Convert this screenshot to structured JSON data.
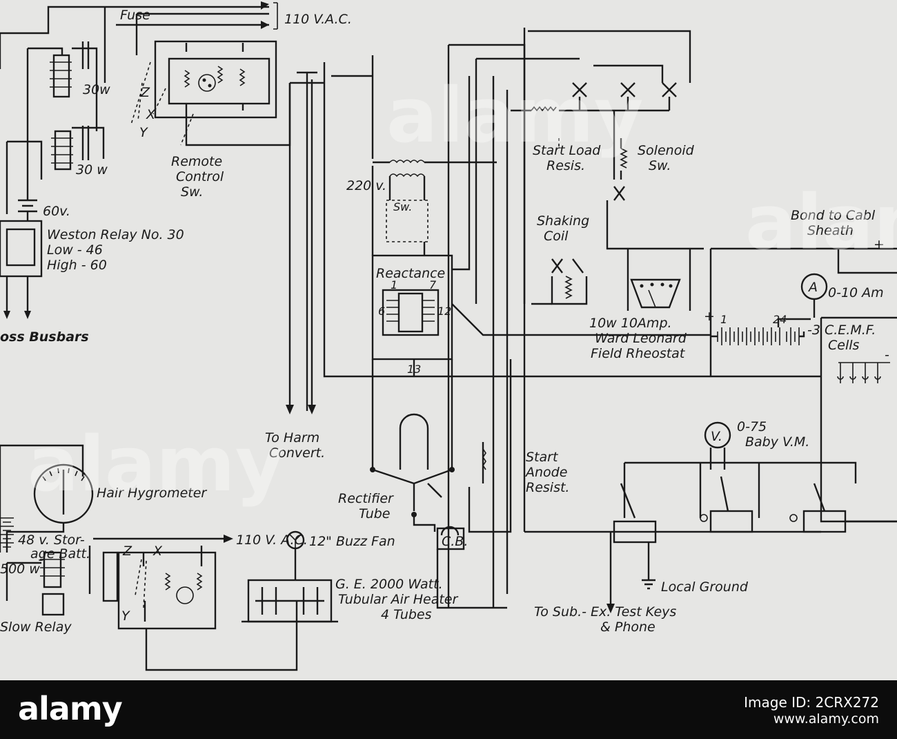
{
  "labels": {
    "fuse": "Fuse",
    "v110_top": "110 V.A.C.",
    "w30_top": "30w",
    "w30_bottom": "30 w",
    "z": "Z",
    "x": "X",
    "y": "Y",
    "remote_control": [
      "Remote",
      "Control",
      "Sw."
    ],
    "v60": "60v.",
    "weston_relay": [
      "Weston Relay No. 30",
      "Low - 46",
      "High - 60"
    ],
    "busbars": "oss Busbars",
    "v220": "220 v.",
    "sw": "Sw.",
    "reactance": "Reactance",
    "reactance_terminals": [
      "1",
      "7",
      "6",
      "12",
      "13"
    ],
    "start_load_resis": [
      "Start Load",
      "Resis."
    ],
    "solenoid_sw": [
      "Solenoid",
      "Sw."
    ],
    "shaking_coil": [
      "Shaking",
      "Coil"
    ],
    "bond_cable": [
      "Bond to Cabl",
      "Sheath"
    ],
    "plus": "+",
    "minus": "-",
    "ammeter_symbol": "A",
    "ammeter_range": "0-10 Am",
    "cells_left": "1",
    "cells_right": "24",
    "cemf_cells": [
      "-3 C.E.M.F.",
      "Cells"
    ],
    "rheostat": [
      "10w 10Amp.",
      "Ward Leonard",
      "Field Rheostat"
    ],
    "to_harm_convert": [
      "To Harm",
      "Convert."
    ],
    "voltmeter_symbol": "V.",
    "voltmeter_range": [
      "0-75",
      "Baby V.M."
    ],
    "start_anode_resist": [
      "Start",
      "Anode",
      "Resist."
    ],
    "hair_hygrometer": "Hair Hygrometer",
    "v110_bottom": "110 V. A.C.",
    "rectifier_tube": [
      "Rectifier",
      "Tube"
    ],
    "storage_batt": [
      "48 v. Stor-",
      "age Batt."
    ],
    "buzz_fan": "12\" Buzz Fan",
    "cb": "C.B.",
    "z2": "Z",
    "x2": "X",
    "y2": "Y",
    "w500": "500 w",
    "slow_relay": "Slow Relay",
    "air_heater": [
      "G. E. 2000 Watt.",
      "Tubular Air Heater",
      "4 Tubes"
    ],
    "local_ground": "Local Ground",
    "to_sub_ex": [
      "To Sub.- Ex. Test Keys",
      "& Phone"
    ]
  },
  "watermark": {
    "text": "alamy"
  },
  "footer": {
    "logo": "alamy",
    "image_id": "Image ID: 2CRX272",
    "url": "www.alamy.com"
  }
}
